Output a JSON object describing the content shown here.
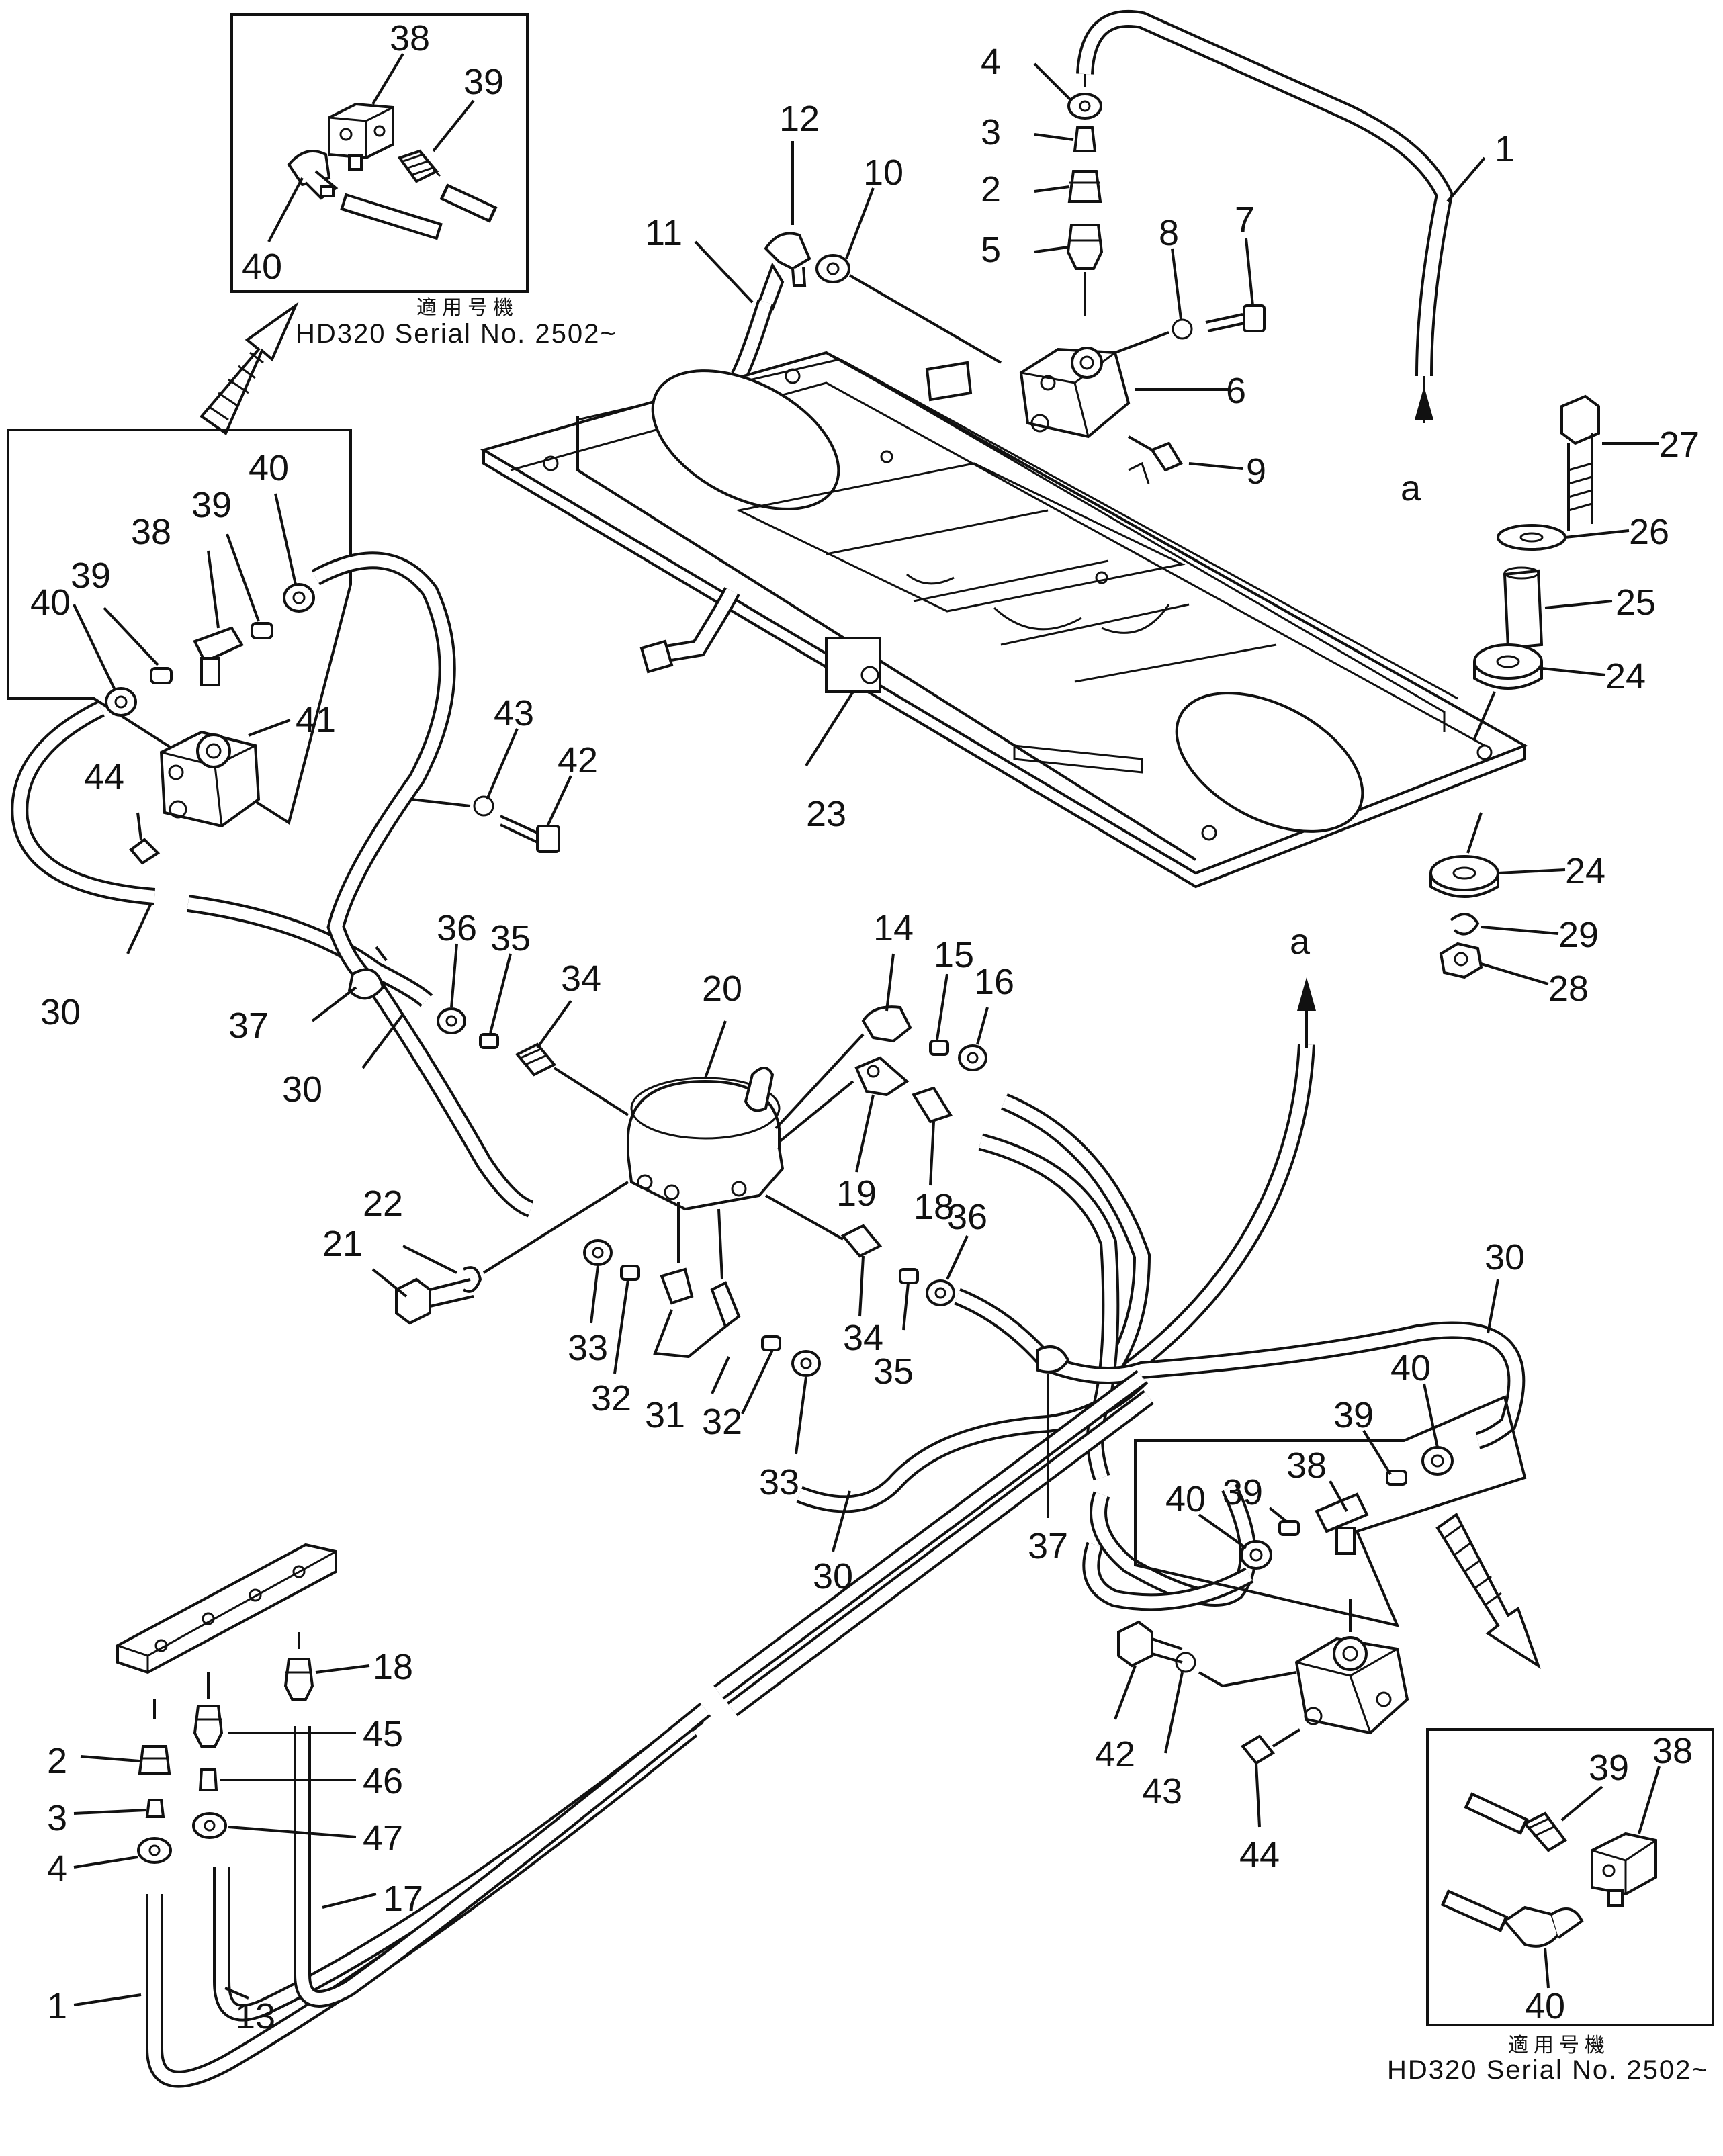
{
  "callouts": [
    "1",
    "2",
    "3",
    "4",
    "5",
    "6",
    "7",
    "8",
    "9",
    "10",
    "11",
    "12",
    "13",
    "14",
    "15",
    "16",
    "17",
    "18",
    "19",
    "20",
    "21",
    "22",
    "23",
    "24",
    "25",
    "26",
    "27",
    "28",
    "29",
    "30",
    "31",
    "32",
    "33",
    "34",
    "35",
    "36",
    "37",
    "38",
    "39",
    "40",
    "41",
    "42",
    "43",
    "44",
    "45",
    "46",
    "47"
  ],
  "view_marker": "a",
  "insets": {
    "top_left": {
      "models_label": "適用号機",
      "serial_label": "HD320  Serial  No. 2502~",
      "callouts": [
        "38",
        "39",
        "40"
      ]
    },
    "bottom_right": {
      "models_label": "適用号機",
      "serial_label": "HD320  Serial  No. 2502~",
      "callouts": [
        "39",
        "38",
        "40"
      ]
    }
  }
}
